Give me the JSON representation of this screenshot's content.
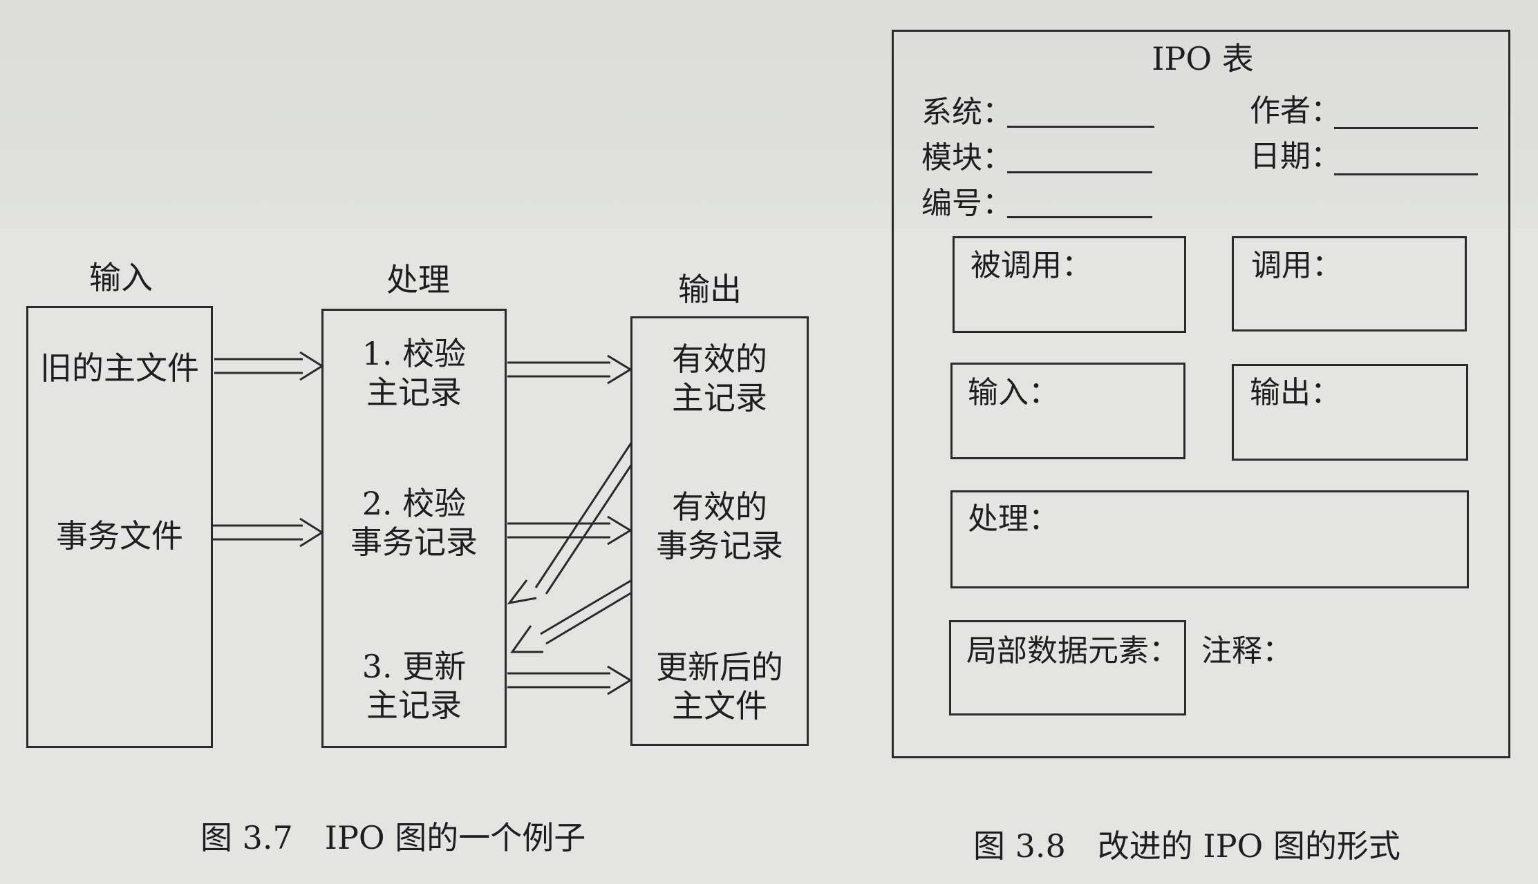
{
  "fig37": {
    "headers": {
      "input": "输入",
      "process": "处理",
      "output": "输出"
    },
    "input_items": [
      "旧的主文件",
      "事务文件"
    ],
    "process_items": [
      "1. 校验\n主记录",
      "2. 校验\n事务记录",
      "3. 更新\n主记录"
    ],
    "output_items": [
      "有效的\n主记录",
      "有效的\n事务记录",
      "更新后的\n主文件"
    ],
    "caption": "图 3.7　IPO 图的一个例子"
  },
  "fig38": {
    "title": "IPO 表",
    "fields": {
      "system": "系统：",
      "author": "作者：",
      "module": "模块：",
      "date": "日期：",
      "number": "编号："
    },
    "boxes": {
      "called_by": "被调用：",
      "calls": "调用：",
      "input": "输入：",
      "output": "输出：",
      "process": "处理：",
      "local_data": "局部数据元素：",
      "notes": "注释："
    },
    "caption": "图 3.8　改进的 IPO 图的形式"
  }
}
